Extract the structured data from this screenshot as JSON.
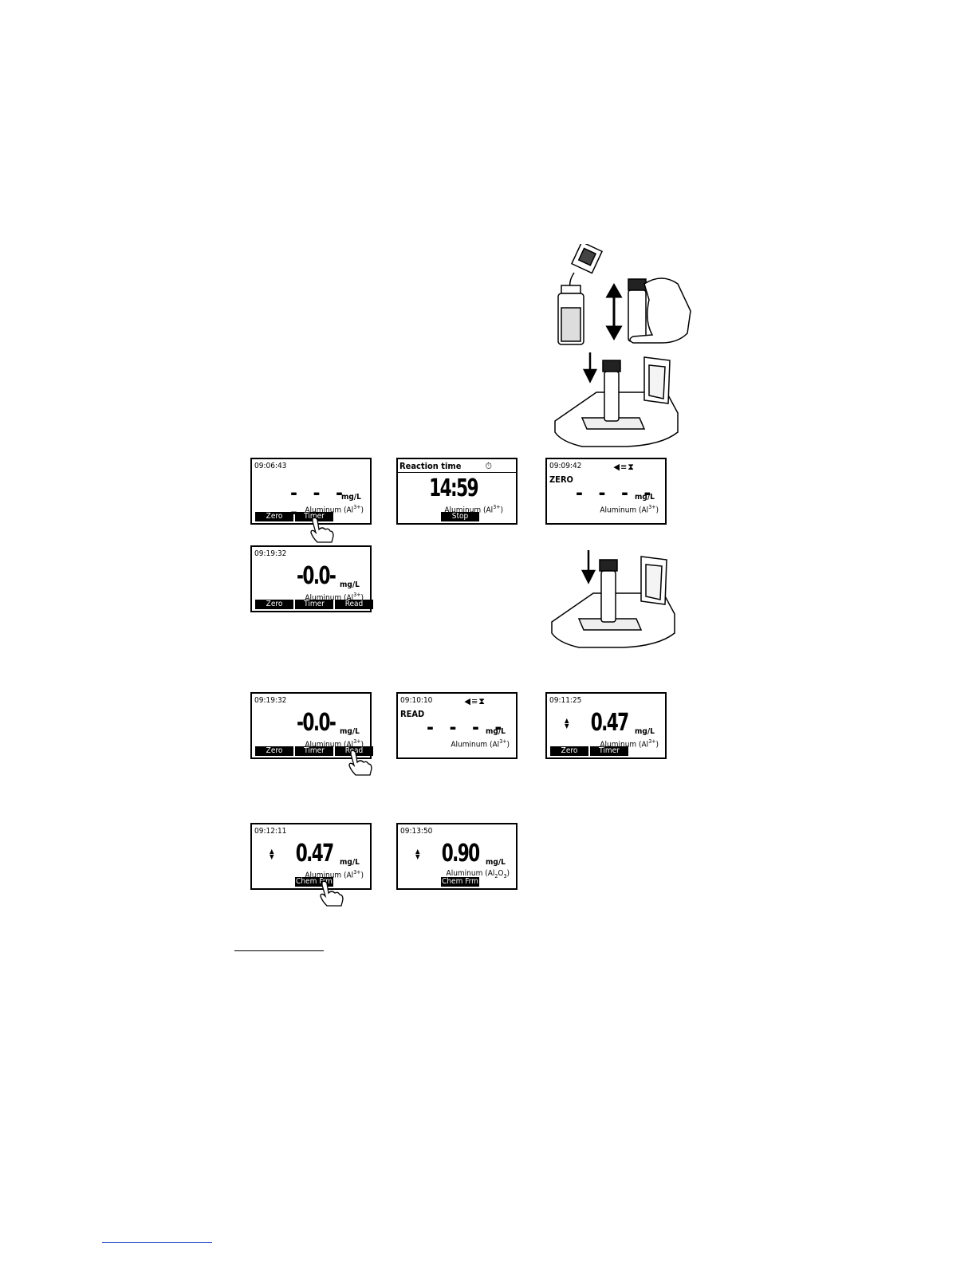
{
  "common": {
    "unit": "mg/L",
    "parameter_base": "Aluminum (Al",
    "parameter_sup": "3+",
    "parameter_close": ")",
    "dashes": "- - - -"
  },
  "screens": {
    "s1": {
      "time": "09:06:43",
      "keys": [
        "Zero",
        "Timer"
      ]
    },
    "s2": {
      "title": "Reaction time",
      "countdown": "14:59",
      "keys": [
        "Stop"
      ]
    },
    "s3": {
      "time": "09:09:42",
      "flag": "ZERO"
    },
    "s4": {
      "time": "09:19:32",
      "value": "-0.0-",
      "keys": [
        "Zero",
        "Timer",
        "Read"
      ]
    },
    "s5": {
      "time": "09:19:32",
      "value": "-0.0-",
      "keys": [
        "Zero",
        "Timer",
        "Read"
      ]
    },
    "s6": {
      "time": "09:10:10",
      "flag": "READ"
    },
    "s7": {
      "time": "09:11:25",
      "value": "0.47",
      "keys": [
        "Zero",
        "Timer"
      ]
    },
    "s8": {
      "time": "09:12:11",
      "value": "0.47",
      "keys": [
        "Chem Frm"
      ]
    },
    "s9": {
      "time": "09:13:50",
      "value": "0.90",
      "keys": [
        "Chem Frm"
      ],
      "parameter_base": "Aluminum (Al",
      "parameter_sub1": "2",
      "parameter_mid": "O",
      "parameter_sub2": "3",
      "parameter_close": ")"
    }
  },
  "icons": {
    "pointer": "hand-pointer-icon",
    "lamp_timer": "lamp-hourglass-icon",
    "stopwatch": "stopwatch-icon",
    "updown": "up-down-arrows-icon"
  }
}
